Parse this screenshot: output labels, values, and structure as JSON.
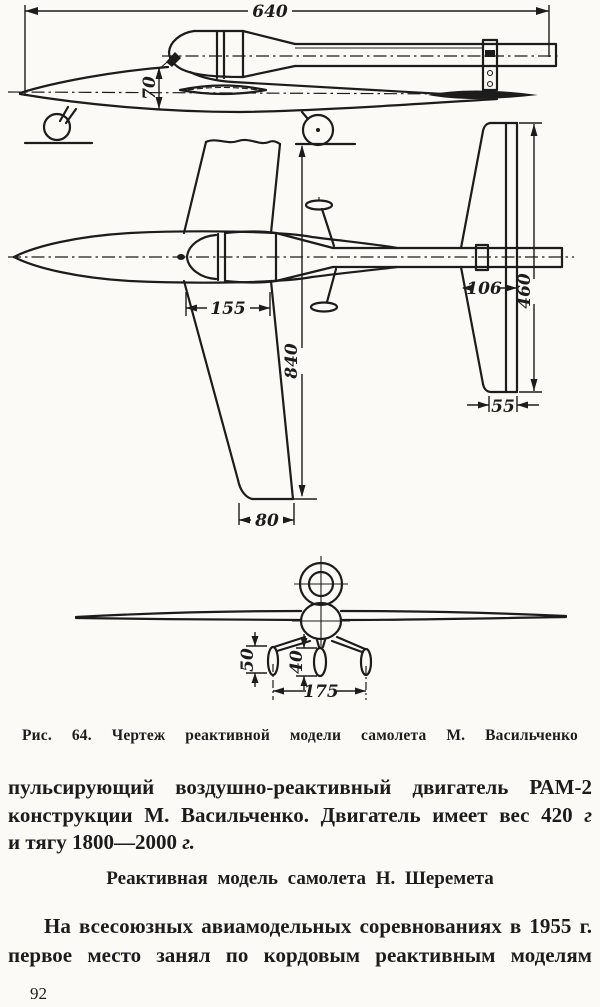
{
  "figure": {
    "caption": "Рис. 64. Чертеж реактивной модели самолета М. Васильченко",
    "dims": {
      "d640": "640",
      "d70": "70",
      "d155": "155",
      "d840": "840",
      "d80": "80",
      "d106": "106",
      "d460": "460",
      "d55": "55",
      "d50": "50",
      "d40": "40",
      "d175": "175"
    }
  },
  "body": {
    "p1_l1": "пульсирующий воздушно-реактивный двигатель РАМ-2",
    "p1_l2a": "конструкции М. Васильченко. Двигатель имеет вес 420 ",
    "p1_l2b": "г",
    "p1_l3a": "и тягу 1800—2000 ",
    "p1_l3b": "г.",
    "heading": "Реактивная модель самолета Н. Шеремета",
    "p2_l1": "На всесоюзных авиамодельных соревнованиях в 1955 г.",
    "p2_l2": "первое место занял по кордовым реактивным моделям",
    "page_number": "92"
  }
}
